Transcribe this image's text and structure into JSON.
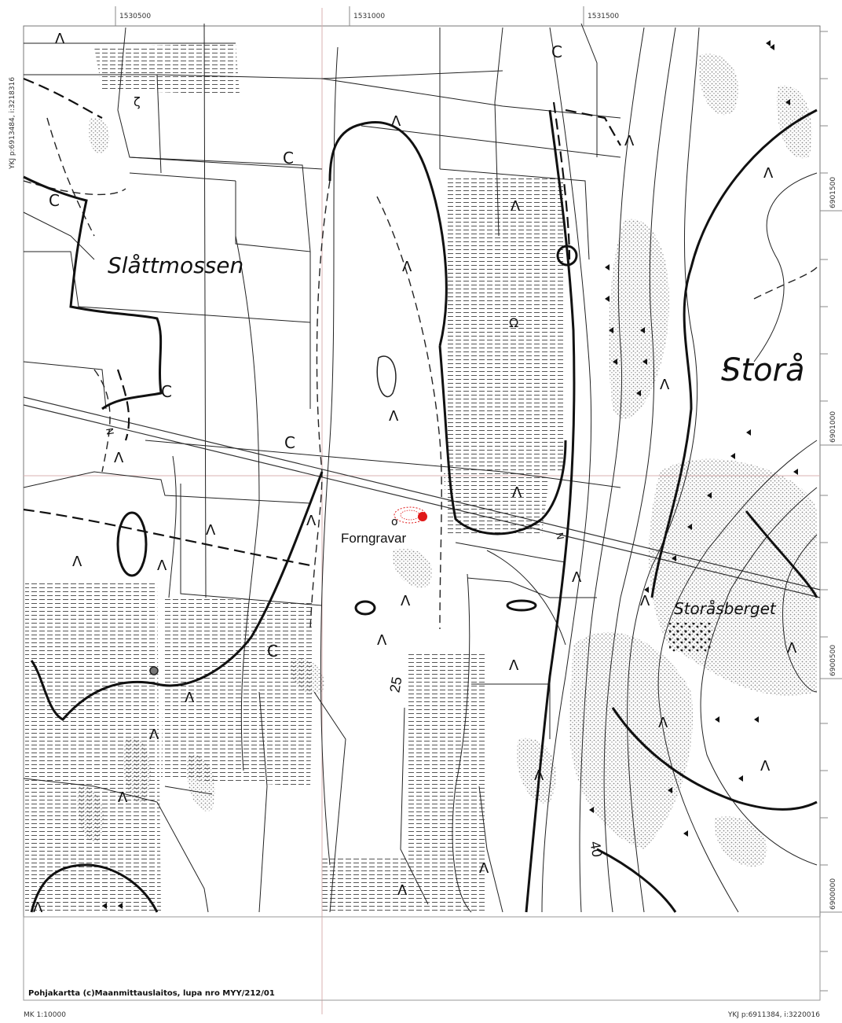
{
  "map": {
    "top_ticks": [
      "1530500",
      "1531000",
      "1531500"
    ],
    "right_ticks": [
      "6901500",
      "6901000",
      "6900500",
      "6900000"
    ],
    "left_corner_coord": "YKJ p:6913484, i:3218316",
    "place_names": {
      "slattmossen": "Slåttmossen",
      "stora": "Storå",
      "storasberget": "Storåsberget"
    },
    "site_label": "Forngravar",
    "contours": {
      "c25": "25",
      "c40": "40"
    },
    "credit": "Pohjakartta (c)Maanmittauslaitos, lupa nro MYY/212/01",
    "scale": "MK 1:10000",
    "bottom_right_coord": "YKJ p:6911384, i:3220016",
    "colors": {
      "site_marker": "#e01818",
      "grid": "#d8b0b0",
      "line": "#111111"
    }
  }
}
